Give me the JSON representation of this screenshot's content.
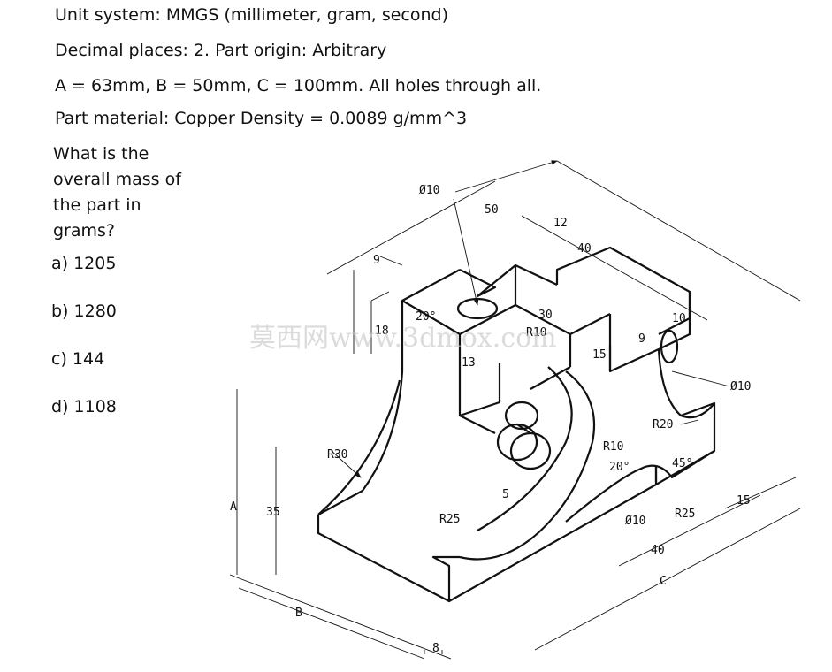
{
  "problem": {
    "line1": "Unit system: MMGS (millimeter, gram, second)",
    "line2": "Decimal places: 2.   Part origin: Arbitrary",
    "line3": "A = 63mm,  B = 50mm,  C = 100mm.   All holes through all.",
    "line4": "Part material: Copper Density = 0.0089 g/mm^3",
    "question_lines": [
      "What is the",
      "overall mass of",
      "the part in",
      "grams?"
    ],
    "options": [
      "a) 1205",
      "b) 1280",
      "c) 144",
      "d) 1108"
    ]
  },
  "drawing": {
    "dimensions": {
      "d10_top": "Ø10",
      "d50": "50",
      "d12": "12",
      "d40_top": "40",
      "d9_left": "9",
      "d20deg_top": "20°",
      "d18": "18",
      "d30": "30",
      "dR10_top": "R10",
      "d10_right": "10",
      "d9_right": "9",
      "d15_mid": "15",
      "d13": "13",
      "dphi10_right": "Ø10",
      "dR20": "R20",
      "dR30": "R30",
      "dR10_low": "R10",
      "d20deg_low": "20°",
      "d45deg": "45°",
      "dA": "A",
      "d35": "35",
      "d5": "5",
      "dR25_left": "R25",
      "dphi10_low": "Ø10",
      "dR25_right": "R25",
      "d15_right": "15",
      "d40_low": "40",
      "dC": "C",
      "dB": "B",
      "d8": "8"
    },
    "watermark": "莫西网www.3dmox.com"
  }
}
